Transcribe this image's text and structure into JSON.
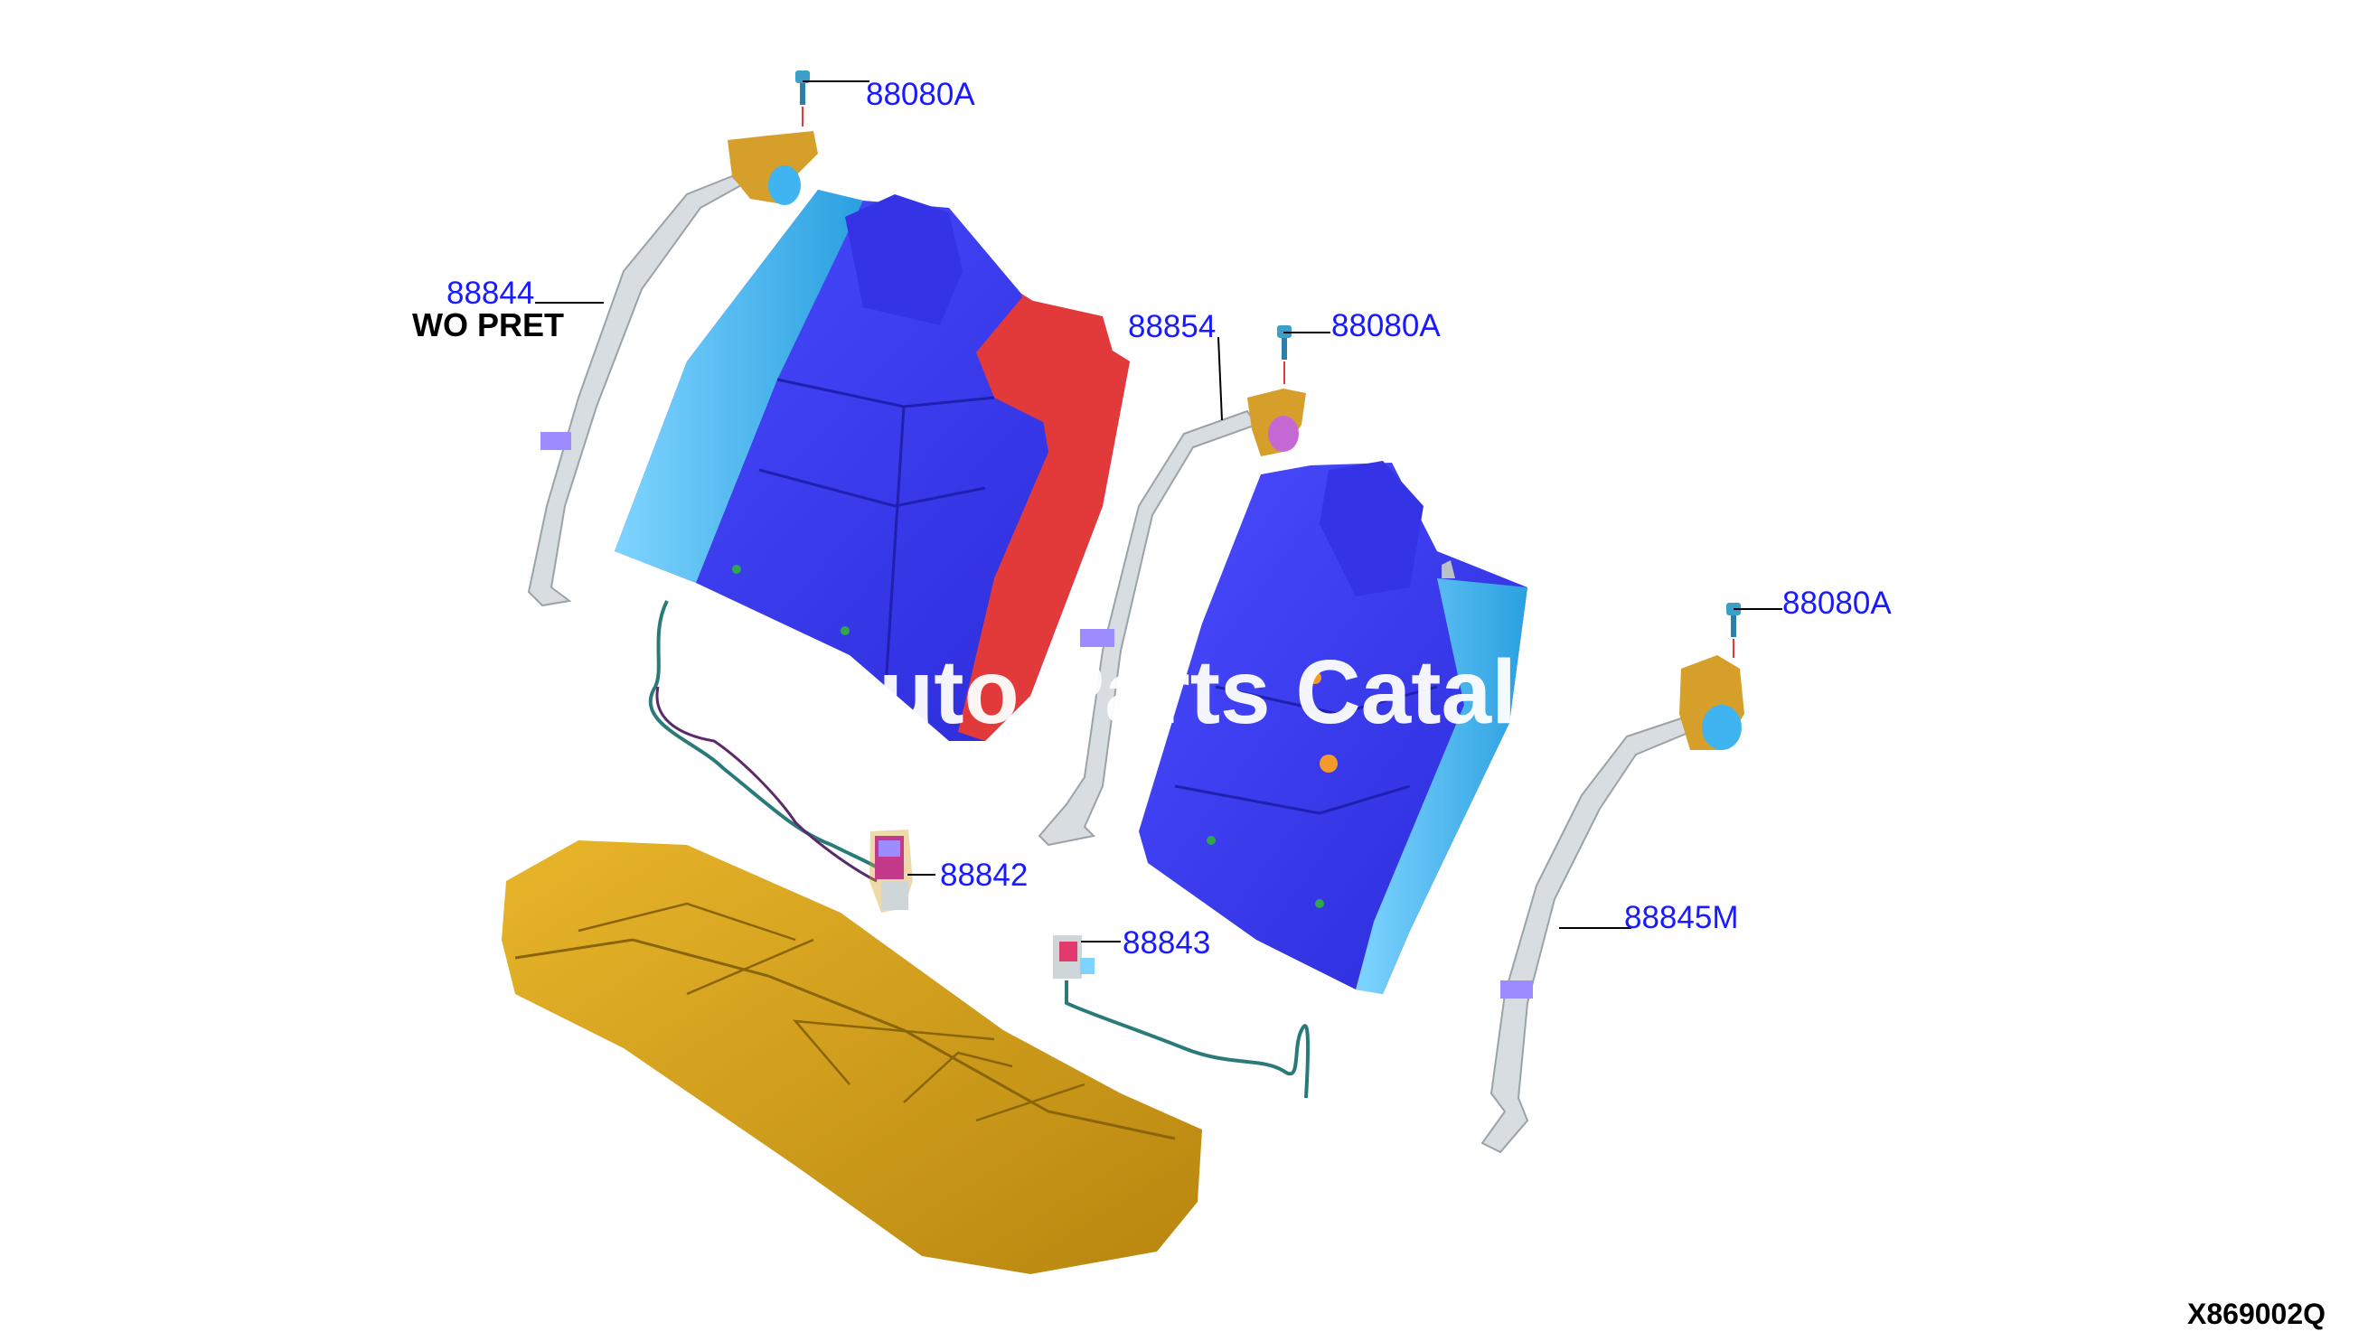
{
  "callouts": {
    "bolt_top": "88080A",
    "bolt_center": "88080A",
    "bolt_right": "88080A",
    "belt_left": "88844",
    "belt_left_note": "WO PRET",
    "belt_center": "88854",
    "buckle_left": "88842",
    "buckle_center": "88843",
    "belt_right": "88845M"
  },
  "diagram_id": "X869002Q",
  "watermark": "Auto Parts Catalog",
  "colors": {
    "seatback_blue": "#3b3bf5",
    "seatback_light_blue": "#3fb4f0",
    "seatback_red": "#e23a3a",
    "cushion_gold": "#d9a420",
    "belt_grey": "#d7dde0",
    "label_blue": "#1a1aff"
  }
}
